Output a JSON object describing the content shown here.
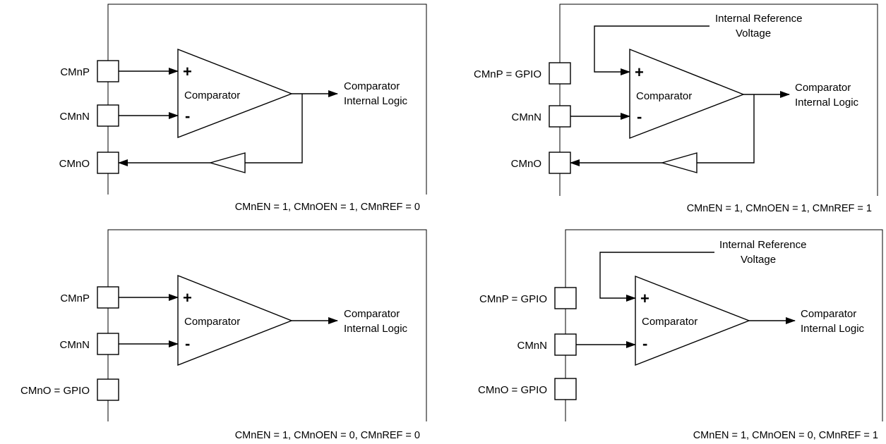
{
  "colors": {
    "line": "#000000",
    "background": "#ffffff"
  },
  "panels": [
    {
      "pins": {
        "p": "CMnP",
        "n": "CMnN",
        "o": "CMnO"
      },
      "comparator": {
        "plus": "+",
        "minus": "-",
        "label": "Comparator"
      },
      "output": {
        "line1": "Comparator",
        "line2": "Internal Logic"
      },
      "caption": "CMnEN = 1, CMnOEN = 1, CMnREF = 0"
    },
    {
      "pins": {
        "p": "CMnP = GPIO",
        "n": "CMnN",
        "o": "CMnO"
      },
      "reference": {
        "line1": "Internal Reference",
        "line2": "Voltage"
      },
      "comparator": {
        "plus": "+",
        "minus": "-",
        "label": "Comparator"
      },
      "output": {
        "line1": "Comparator",
        "line2": "Internal Logic"
      },
      "caption": "CMnEN = 1, CMnOEN = 1, CMnREF = 1"
    },
    {
      "pins": {
        "p": "CMnP",
        "n": "CMnN",
        "o": "CMnO = GPIO"
      },
      "comparator": {
        "plus": "+",
        "minus": "-",
        "label": "Comparator"
      },
      "output": {
        "line1": "Comparator",
        "line2": "Internal Logic"
      },
      "caption": "CMnEN = 1, CMnOEN = 0, CMnREF = 0"
    },
    {
      "pins": {
        "p": "CMnP = GPIO",
        "n": "CMnN",
        "o": "CMnO = GPIO"
      },
      "reference": {
        "line1": "Internal Reference",
        "line2": "Voltage"
      },
      "comparator": {
        "plus": "+",
        "minus": "-",
        "label": "Comparator"
      },
      "output": {
        "line1": "Comparator",
        "line2": "Internal Logic"
      },
      "caption": "CMnEN = 1, CMnOEN = 0, CMnREF = 1"
    }
  ]
}
